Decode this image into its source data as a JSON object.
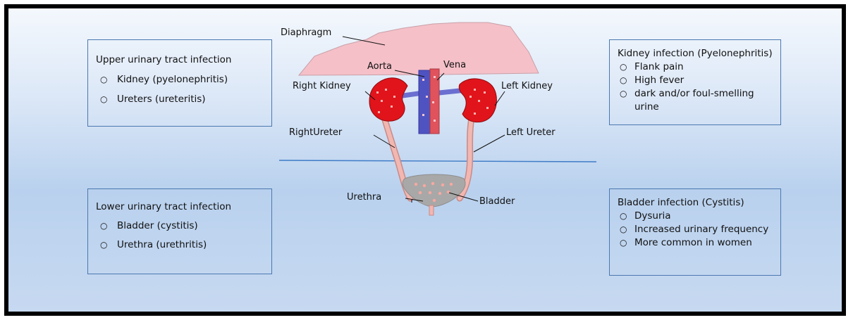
{
  "upper_box": {
    "title": "Upper urinary tract infection",
    "items": [
      "Kidney (pyelonephritis)",
      "Ureters (ureteritis)"
    ]
  },
  "lower_box": {
    "title": "Lower urinary tract infection",
    "items": [
      "Bladder (cystitis)",
      "Urethra (urethritis)"
    ]
  },
  "kidney_infection_box": {
    "title": "Kidney infection (Pyelonephritis)",
    "items": [
      "Flank pain",
      "High fever",
      "dark and/or foul-smelling urine"
    ]
  },
  "bladder_infection_box": {
    "title": "Bladder infection (Cystitis)",
    "items": [
      "Dysuria",
      "Increased urinary frequency",
      "More common in women"
    ]
  },
  "labels": {
    "diaphragm": "Diaphragm",
    "aorta": "Aorta",
    "vena": "Vena",
    "right_kidney": "Right Kidney",
    "left_kidney": "Left Kidney",
    "right_ureter": "RightUreter",
    "left_ureter": "Left Ureter",
    "urethra": "Urethra",
    "bladder": "Bladder"
  },
  "colors": {
    "diaphragm": "#f5c0c8",
    "kidney": "#e1141b",
    "aorta": "#e0525c",
    "vena": "#4f53c2",
    "ureter": "#f2b7b0",
    "bladder": "#a8a8a8",
    "box_border": "#4a78b0",
    "divider": "#3f7cc7"
  }
}
